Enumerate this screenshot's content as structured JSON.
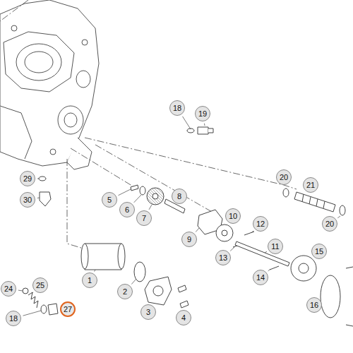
{
  "diagram": {
    "labels": [
      "18",
      "19",
      "29",
      "30",
      "20",
      "21",
      "5",
      "6",
      "7",
      "8",
      "20",
      "10",
      "12",
      "9",
      "13",
      "11",
      "15",
      "1",
      "14",
      "24",
      "25",
      "2",
      "16",
      "3",
      "18",
      "27",
      "4"
    ]
  }
}
